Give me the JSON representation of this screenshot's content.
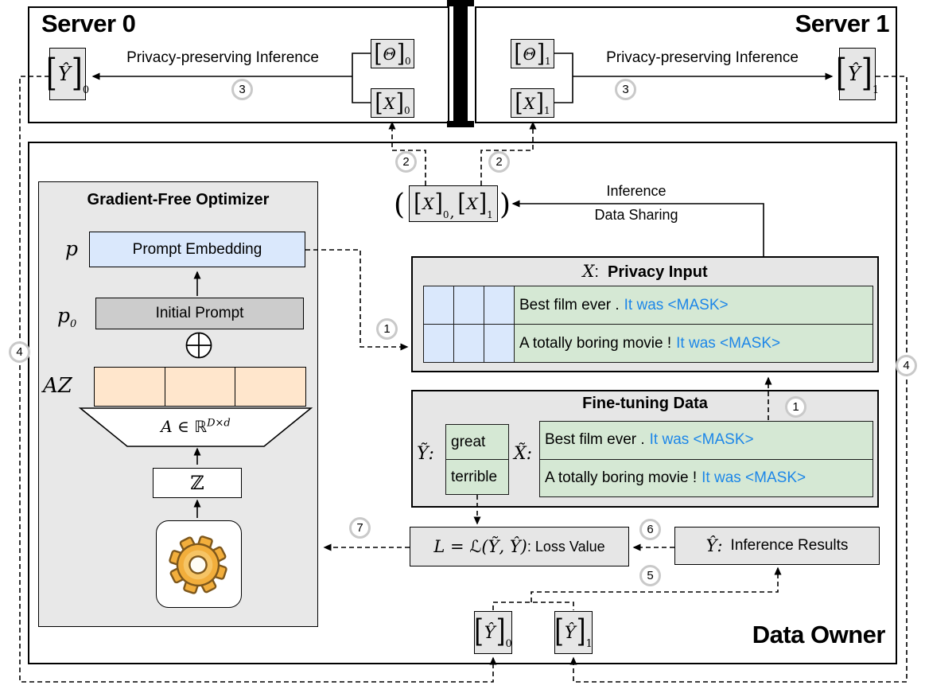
{
  "colors": {
    "box_gray": "#e6e6e6",
    "optimizer_gray": "#e8e8e8",
    "blue_fill": "#dae8fc",
    "green_fill": "#d5e8d4",
    "orange_fill": "#ffe6cc",
    "prompt_gray": "#cccccc",
    "mask_text_blue": "#1c86e8",
    "circle_border_gray": "#c9c9c9",
    "gear_gold": "#f2ae3c"
  },
  "glyphs": {
    "lb": "[",
    "rb": "]",
    "lp": "(",
    "rp": ")",
    "comma": ",",
    "colon": ":"
  },
  "server0": {
    "title": "Server 0",
    "inference_label": "Privacy-preserving Inference",
    "step": "3",
    "yhat": {
      "sym": "Ŷ",
      "sub": "0"
    },
    "theta": {
      "sym": "Θ",
      "sub": "0"
    },
    "x": {
      "sym": "X",
      "sub": "0"
    }
  },
  "server1": {
    "title": "Server 1",
    "inference_label": "Privacy-preserving Inference",
    "step": "3",
    "yhat": {
      "sym": "Ŷ",
      "sub": "1"
    },
    "theta": {
      "sym": "Θ",
      "sub": "1"
    },
    "x": {
      "sym": "X",
      "sub": "1"
    }
  },
  "owner": {
    "title": "Data Owner",
    "optimizer": {
      "title": "Gradient-Free Optimizer",
      "p_label": "p",
      "prompt_embedding": "Prompt Embedding",
      "p0_base": "p",
      "p0_sub": "0",
      "initial_prompt": "Initial Prompt",
      "az_label": "AZ",
      "a_formula": "A ∈ ℝ",
      "a_sup": "D×d",
      "z_symbol": "ℤ"
    },
    "xpair": {
      "x0": {
        "sym": "X",
        "sub": "0"
      },
      "x1": {
        "sym": "X",
        "sub": "1"
      },
      "step_left": "2",
      "step_right": "2"
    },
    "sharing": {
      "line1": "Inference",
      "line2": "Data Sharing"
    },
    "privacy_input": {
      "x_label": "X",
      "title": "Privacy Input",
      "step_in": "1",
      "rows": [
        {
          "text": "Best film ever .",
          "mask": "It was <MASK>"
        },
        {
          "text": "A totally boring movie !",
          "mask": "It was <MASK>"
        }
      ]
    },
    "fine_tuning": {
      "title": "Fine-tuning Data",
      "step_up": "1",
      "y_label": "Ỹ:",
      "y_values": [
        "great",
        "terrible"
      ],
      "x_label": "X̃:",
      "rows": [
        {
          "text": "Best film ever .",
          "mask": "It was <MASK>"
        },
        {
          "text": "A totally boring movie !",
          "mask": "It was <MASK>"
        }
      ]
    },
    "loss": {
      "formula": "L = ℒ(Ỹ, Ŷ)",
      "suffix": ": Loss Value",
      "step_to_optimizer": "7",
      "step_from_results": "6",
      "step_from_shares": "5"
    },
    "results": {
      "y_label": "Ŷ:",
      "label": "Inference Results"
    },
    "yhat0": {
      "sym": "Ŷ",
      "sub": "0"
    },
    "yhat1": {
      "sym": "Ŷ",
      "sub": "1"
    },
    "step4_left": "4",
    "step4_right": "4"
  }
}
